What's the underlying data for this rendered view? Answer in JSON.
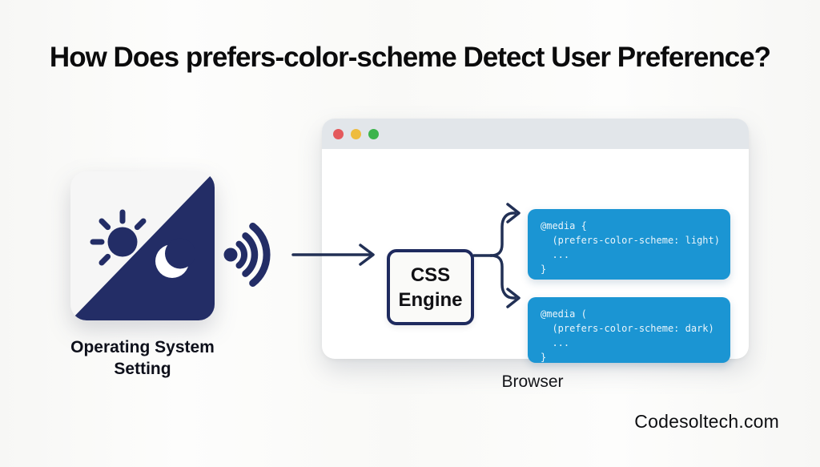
{
  "title": "How Does prefers-color-scheme Detect User Preference?",
  "colors": {
    "navy": "#232d66",
    "connector": "#223055",
    "code_bg": "#1b95d3",
    "titlebar": "#e2e6ea"
  },
  "icons": {
    "os": "light-dark-mode-icon",
    "signal": "signal-waves-icon",
    "sun": "sun-icon",
    "moon": "moon-icon"
  },
  "os": {
    "label_line1": "Operating System",
    "label_line2": "Setting"
  },
  "browser": {
    "label": "Browser",
    "traffic_lights": [
      "#e4595c",
      "#eebc3e",
      "#3cb44c"
    ],
    "css_engine": {
      "line1": "CSS",
      "line2": "Engine"
    },
    "code_blocks": [
      {
        "lines": [
          "@media {",
          "  (prefers-color-scheme: light)",
          "  ...",
          "}"
        ]
      },
      {
        "lines": [
          "@media (",
          "  (prefers-color-scheme: dark)",
          "  ...",
          "}"
        ]
      }
    ]
  },
  "footer": {
    "watermark": "Codesoltech.com"
  }
}
